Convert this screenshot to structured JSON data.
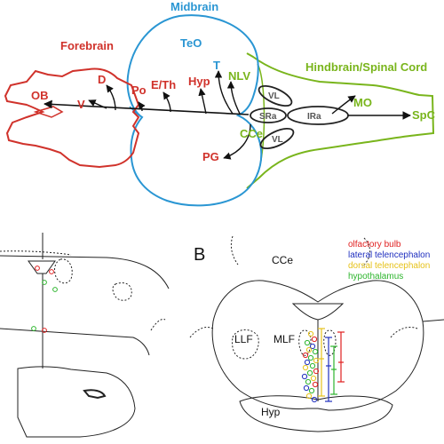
{
  "top_panel": {
    "region_titles": {
      "midbrain": "Midbrain",
      "forebrain": "Forebrain",
      "hindbrain": "Hindbrain/Spinal Cord"
    },
    "structures": {
      "teo": "TeO",
      "ob": "OB",
      "v": "V",
      "d": "D",
      "po": "Po",
      "eth": "E/Th",
      "hyp": "Hyp",
      "t": "T",
      "nlv": "NLV",
      "vl_upper": "VL",
      "sra": "SRa",
      "ira": "IRa",
      "mo": "MO",
      "spc": "SpC",
      "cce": "CCe",
      "vl_lower": "VL",
      "pg": "PG"
    },
    "colors": {
      "forebrain": "#d0322b",
      "midbrain": "#2a96d3",
      "hindbrain": "#79b51c"
    }
  },
  "panel_b": {
    "panel_letter": "B",
    "labels": {
      "cce": "CCe",
      "llf": "LLF",
      "mlf": "MLF",
      "hyp": "Hyp"
    },
    "legend": [
      {
        "label": "olfactory bulb",
        "color": "#e02020"
      },
      {
        "label": "lateral telencephalon",
        "color": "#1f2fbf"
      },
      {
        "label": "dorsal telencephalon",
        "color": "#e6c21a"
      },
      {
        "label": "hypothalamus",
        "color": "#2db52d"
      }
    ]
  }
}
